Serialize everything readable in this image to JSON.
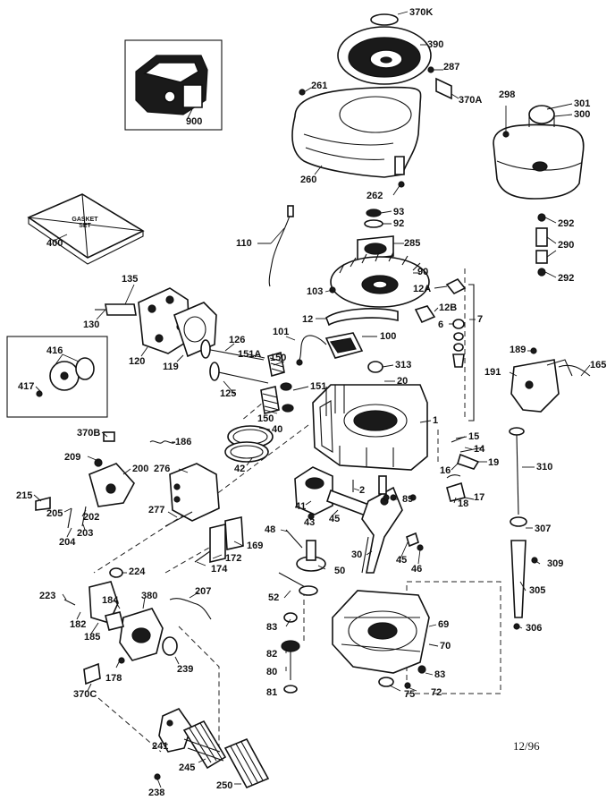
{
  "labels": {
    "370K": "370K",
    "390": "390",
    "287": "287",
    "370A": "370A",
    "261": "261",
    "260": "260",
    "262": "262",
    "298": "298",
    "301": "301",
    "300": "300",
    "900": "900",
    "400": "400",
    "gasket_set": "GASKET SET",
    "110": "110",
    "93": "93",
    "92": "92",
    "285": "285",
    "90": "90",
    "292a": "292",
    "290": "290",
    "292b": "292",
    "135": "135",
    "130": "130",
    "120": "120",
    "119": "119",
    "103": "103",
    "12A": "12A",
    "12B": "12B",
    "12": "12",
    "7": "7",
    "6": "6",
    "101": "101",
    "100": "100",
    "126": "126",
    "151A": "151A",
    "150a": "150",
    "313": "313",
    "189": "189",
    "191": "191",
    "165": "165",
    "416": "416",
    "417": "417",
    "125": "125",
    "151": "151",
    "150b": "150",
    "20": "20",
    "1": "1",
    "40": "40",
    "370B": "370B",
    "186": "186",
    "209": "209",
    "200": "200",
    "276": "276",
    "42": "42",
    "15": "15",
    "14": "14",
    "16": "16",
    "19": "19",
    "310": "310",
    "215": "215",
    "205": "205",
    "202": "202",
    "204": "204",
    "203": "203",
    "277": "277",
    "2": "2",
    "41": "41",
    "43": "43",
    "45a": "45",
    "89": "89",
    "18": "18",
    "17": "17",
    "307": "307",
    "48a": "48",
    "169": "169",
    "172": "172",
    "174": "174",
    "30": "30",
    "45b": "45",
    "46": "46",
    "309": "309",
    "50": "50",
    "224": "224",
    "305": "305",
    "207": "207",
    "223": "223",
    "184": "184",
    "380": "380",
    "182": "182",
    "185": "185",
    "52": "52",
    "83a": "83",
    "69": "69",
    "306": "306",
    "82": "82",
    "70": "70",
    "178": "178",
    "239": "239",
    "80": "80",
    "83b": "83",
    "370C": "370C",
    "81": "81",
    "75": "75",
    "72": "72",
    "241": "241",
    "245": "245",
    "238": "238",
    "250": "250"
  },
  "footer": {
    "date": "12/96"
  }
}
